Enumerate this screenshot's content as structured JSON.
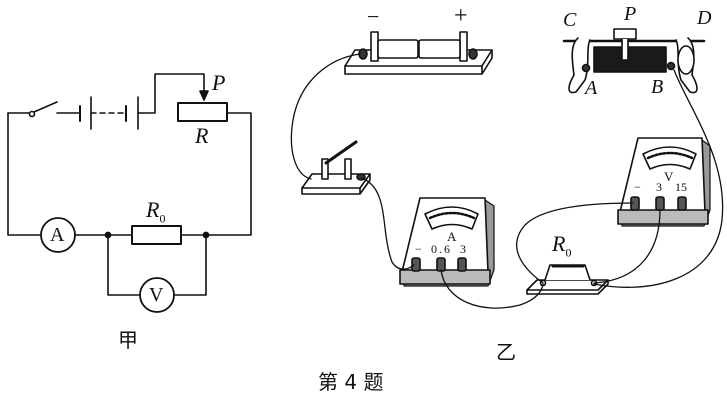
{
  "figure": {
    "caption": "第 4 题",
    "panel_jia": {
      "label": "甲",
      "rheostat_label": "R",
      "slider_label": "P",
      "resistor_label": "R",
      "resistor_subscript": "0",
      "ammeter_symbol": "A",
      "voltmeter_symbol": "V"
    },
    "panel_yi": {
      "label": "乙",
      "battery_minus": "−",
      "battery_plus": "+",
      "rheostat_terminals": {
        "C": "C",
        "P": "P",
        "D": "D",
        "A": "A",
        "B": "B"
      },
      "resistor_label": "R",
      "resistor_subscript": "0",
      "ammeter": {
        "symbol": "A",
        "terminals": [
          "−",
          "0.6",
          "3"
        ]
      },
      "voltmeter": {
        "symbol": "V",
        "terminals": [
          "−",
          "3",
          "15"
        ]
      }
    }
  },
  "colors": {
    "ink": "#111111",
    "background": "#ffffff",
    "resistor_wire": "#1a1a1a"
  }
}
